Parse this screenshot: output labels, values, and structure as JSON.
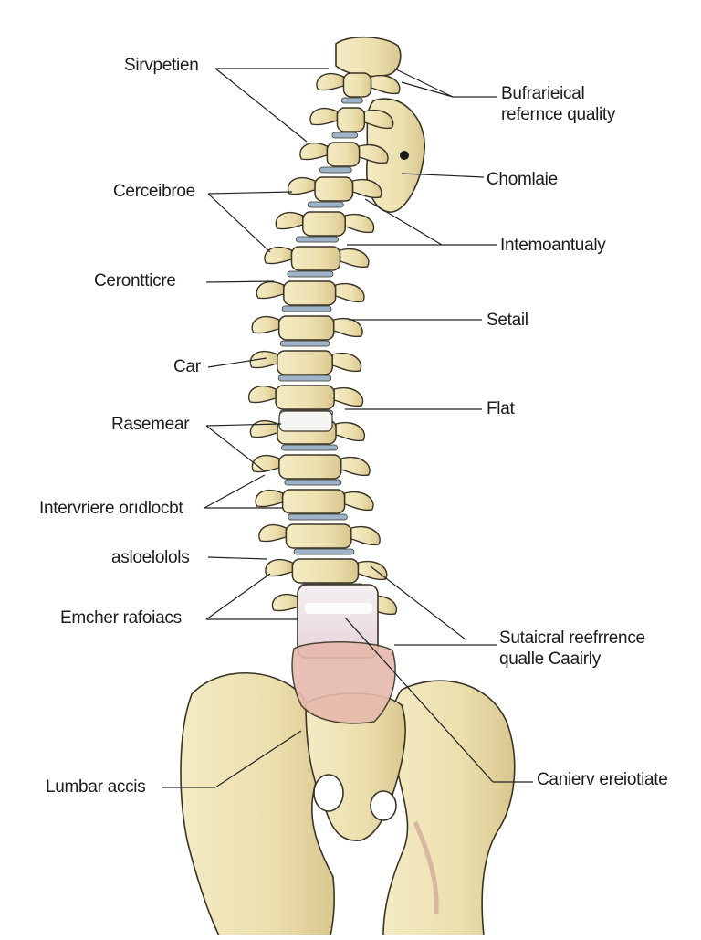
{
  "colors": {
    "bone": "#efe3b4",
    "bone_shade": "#d8c68c",
    "outline": "#3a3426",
    "disc": "#9fb4c8",
    "disc_inner": "#e6eef4",
    "flesh": "#e6b9ad",
    "leader": "#222222"
  },
  "labels": {
    "left": [
      {
        "id": "l1",
        "text": "Sirvpetien"
      },
      {
        "id": "l2",
        "text": "Cerceibroe"
      },
      {
        "id": "l3",
        "text": "Cerontticre"
      },
      {
        "id": "l4",
        "text": "Car"
      },
      {
        "id": "l5",
        "text": "Rasemear"
      },
      {
        "id": "l6",
        "text": "Intervriere orıdlocbt"
      },
      {
        "id": "l7",
        "text": "asloelolols"
      },
      {
        "id": "l8",
        "text": "Emcher rafoiacs"
      },
      {
        "id": "l9",
        "text": "Lumbar accis"
      }
    ],
    "right": [
      {
        "id": "r1",
        "text": "Bufrarieical\nrefernce quality"
      },
      {
        "id": "r2",
        "text": "Chomlaie"
      },
      {
        "id": "r3",
        "text": "Intemoantualy"
      },
      {
        "id": "r4",
        "text": "Setail"
      },
      {
        "id": "r5",
        "text": "Flat"
      },
      {
        "id": "r6",
        "text": "Sutaicral reefrrence\nqualle Caairly"
      },
      {
        "id": "r7",
        "text": "Canierv ereiotiate"
      }
    ]
  }
}
